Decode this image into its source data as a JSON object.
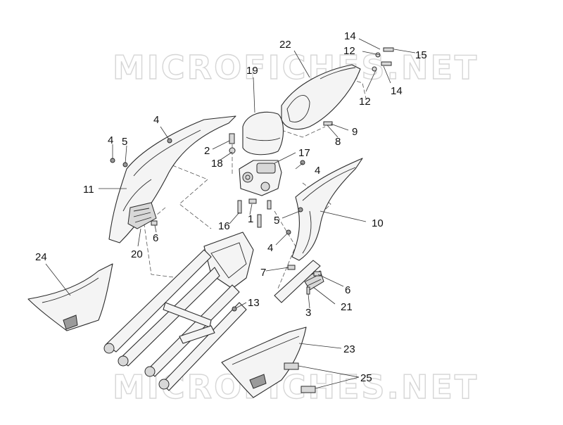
{
  "watermark": "MICROFICHES.NET",
  "callouts": [
    "1",
    "2",
    "3",
    "4",
    "4",
    "4",
    "4",
    "5",
    "5",
    "6",
    "6",
    "7",
    "8",
    "9",
    "10",
    "11",
    "12",
    "12",
    "13",
    "14",
    "14",
    "15",
    "16",
    "17",
    "18",
    "19",
    "20",
    "21",
    "22",
    "23",
    "24",
    "25"
  ]
}
